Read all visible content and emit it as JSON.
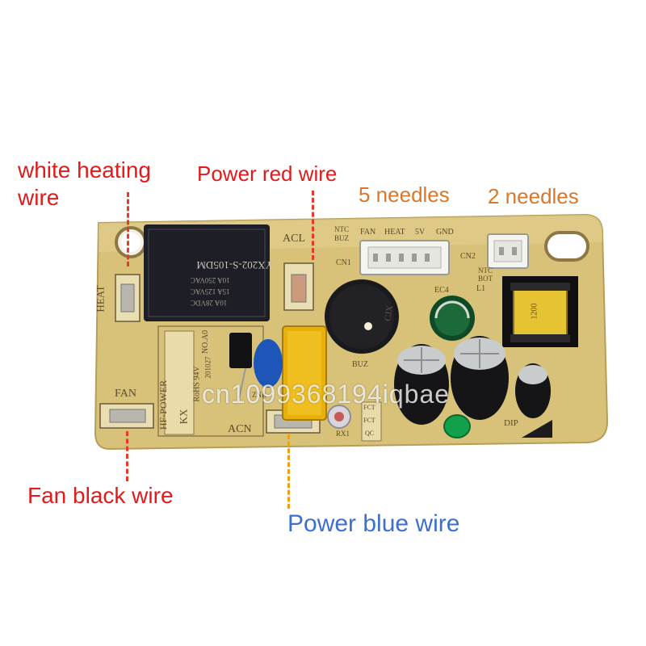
{
  "annotations": {
    "white_heating_wire": "white heating\nwire",
    "power_red_wire": "Power red wire",
    "five_needles": "5 needles",
    "two_needles": "2  needles",
    "fan_black_wire": "Fan black wire",
    "power_blue_wire": "Power blue wire"
  },
  "silkscreen": {
    "heat": "HEAT",
    "acl": "ACL",
    "acn": "ACN",
    "fan": "FAN",
    "cn1": "CN1",
    "cn2": "CN2",
    "ec4": "EC4",
    "buz": "BUZ",
    "l1": "L1",
    "dip": "DIP",
    "rx1": "RX1",
    "znr": "ZNR",
    "ntc": "NTC",
    "ntc_buz": "BUZ",
    "fan_hdr": "FAN",
    "heat_hdr": "HEAT",
    "v5": "5V",
    "gnd": "GND",
    "ntc2": "NTC",
    "bot": "BOT",
    "board_id": "HF-POWER",
    "kx": "KX",
    "rohs": "RoHS 94V",
    "date": "201027",
    "no": "NO.A0",
    "fct1": "FCT",
    "fct2": "FCT",
    "qc": "QC",
    "relay_model": "YX202-S-105DM",
    "relay_spec1": "10A 250VAC",
    "relay_spec2": "15A 125VAC",
    "relay_spec3": "10A 28VDC",
    "cjx": "CJX",
    "cap_label": "1200"
  },
  "watermark": "cn1099368194iqbae",
  "colors": {
    "board": "#d8c27a",
    "relay": "#1e1f26",
    "label_red": "#e01b1b",
    "label_orange": "#d9782a",
    "label_blue": "#3d6fd1"
  }
}
